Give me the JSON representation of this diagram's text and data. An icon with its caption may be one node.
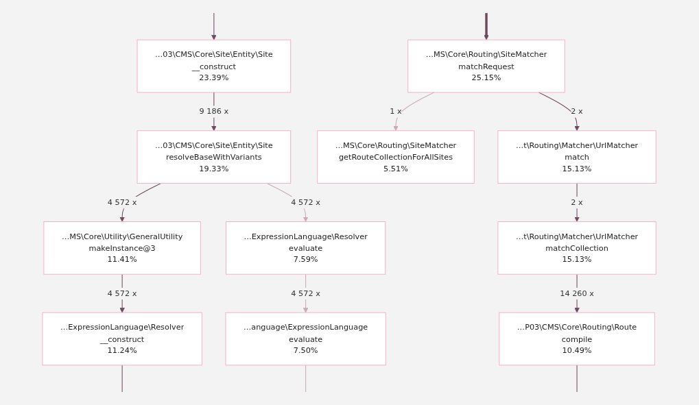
{
  "diagram": {
    "nodes": [
      {
        "text": [
          "…03\\CMS\\Core\\Site\\Entity\\Site",
          "__construct",
          "23.39%"
        ]
      },
      {
        "text": [
          "…MS\\Core\\Routing\\SiteMatcher",
          "matchRequest",
          "25.15%"
        ]
      },
      {
        "text": [
          "…03\\CMS\\Core\\Site\\Entity\\Site",
          "resolveBaseWithVariants",
          "19.33%"
        ]
      },
      {
        "text": [
          "…MS\\Core\\Routing\\SiteMatcher",
          "getRouteCollectionForAllSites",
          "5.51%"
        ]
      },
      {
        "text": [
          "…t\\Routing\\Matcher\\UrlMatcher",
          "match",
          "15.13%"
        ]
      },
      {
        "text": [
          "…MS\\Core\\Utility\\GeneralUtility",
          "makeInstance@3",
          "11.41%"
        ]
      },
      {
        "text": [
          "…ExpressionLanguage\\Resolver",
          "evaluate",
          "7.59%"
        ]
      },
      {
        "text": [
          "…t\\Routing\\Matcher\\UrlMatcher",
          "matchCollection",
          "15.13%"
        ]
      },
      {
        "text": [
          "…ExpressionLanguage\\Resolver",
          "__construct",
          "11.24%"
        ]
      },
      {
        "text": [
          "…anguage\\ExpressionLanguage",
          "evaluate",
          "7.50%"
        ]
      },
      {
        "text": [
          "…P03\\CMS\\Core\\Routing\\Route",
          "compile",
          "10.49%"
        ]
      }
    ],
    "edges": [
      {
        "from": null,
        "to": 0,
        "arrow": "to"
      },
      {
        "from": null,
        "to": 1,
        "arrow": "to",
        "style": "thick"
      },
      {
        "from": 0,
        "to": 2,
        "label": "9 186 x",
        "arrow": "to"
      },
      {
        "from": 1,
        "to": 3,
        "label": "1 x",
        "arrow": "to",
        "color": "#c8aab8"
      },
      {
        "from": 1,
        "to": 4,
        "label": "2 x",
        "arrow": "to"
      },
      {
        "from": 2,
        "to": 5,
        "label": "4 572 x",
        "arrow": "to"
      },
      {
        "from": 2,
        "to": 6,
        "label": "4 572 x",
        "arrow": "to",
        "color": "#c8aab8"
      },
      {
        "from": 5,
        "to": 8,
        "label": "4 572 x",
        "arrow": "to"
      },
      {
        "from": 6,
        "to": 9,
        "label": "4 572 x",
        "arrow": "to",
        "color": "#c8aab8"
      },
      {
        "from": 4,
        "to": 7,
        "label": "2 x",
        "arrow": "to"
      },
      {
        "from": 7,
        "to": 10,
        "label": "14 260 x",
        "arrow": "to"
      },
      {
        "from": 8,
        "to": null,
        "arrow": "none"
      },
      {
        "from": 9,
        "to": null,
        "arrow": "none",
        "color": "#c8aab8"
      },
      {
        "from": 10,
        "to": null,
        "arrow": "none"
      }
    ]
  }
}
